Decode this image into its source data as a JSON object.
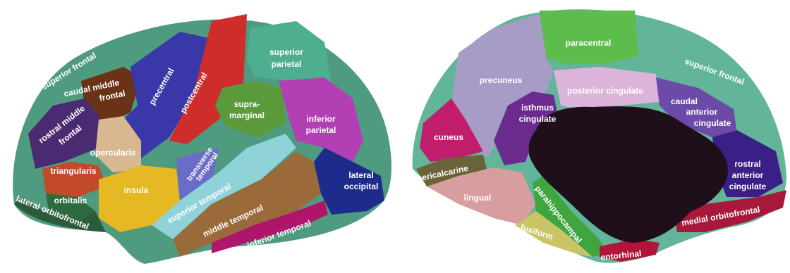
{
  "lateral_view": {
    "regions": {
      "superior_frontal": "superior frontal",
      "caudal_middle_frontal_1": "caudal middle",
      "caudal_middle_frontal_2": "frontal",
      "precentral": "precentral",
      "postcentral": "postcentral",
      "superior_parietal_1": "superior",
      "superior_parietal_2": "parietal",
      "rostral_middle_frontal_1": "rostral middle",
      "rostral_middle_frontal_2": "frontal",
      "supramarginal_1": "supra-",
      "supramarginal_2": "marginal",
      "inferior_parietal_1": "inferior",
      "inferior_parietal_2": "parietal",
      "opercularis": "opercularis",
      "triangularis": "triangularis",
      "orbitalis": "orbitalis",
      "insula": "insula",
      "transverse_temporal_1": "transverse",
      "transverse_temporal_2": "temporal",
      "superior_temporal": "superior temporal",
      "middle_temporal": "middle temporal",
      "inferior_temporal": "inferior temporal",
      "lateral_occipital_1": "lateral",
      "lateral_occipital_2": "occipital",
      "lateral_orbitofrontal": "lateral orbitofrontal"
    }
  },
  "medial_view": {
    "regions": {
      "paracentral": "paracentral",
      "precuneus": "precuneus",
      "superior_frontal": "superior frontal",
      "posterior_cingulate": "posterior cingulate",
      "isthmus_cingulate_1": "isthmus",
      "isthmus_cingulate_2": "cingulate",
      "caudal_anterior_cingulate_1": "caudal",
      "caudal_anterior_cingulate_2": "anterior",
      "caudal_anterior_cingulate_3": "cingulate",
      "cuneus": "cuneus",
      "pericalcarine": "pericalcarine",
      "lingual": "lingual",
      "rostral_anterior_cingulate_1": "rostral",
      "rostral_anterior_cingulate_2": "anterior",
      "rostral_anterior_cingulate_3": "cingulate",
      "parahippocampal": "parahippocampal",
      "fusiform": "fusiform",
      "medial_orbitofrontal": "medial orbitofrontal",
      "entorhinal": "entorhinal"
    }
  },
  "colors": {
    "superior_frontal": "#4f9b80",
    "caudal_middle_frontal": "#6a3216",
    "precentral": "#3a38a8",
    "postcentral": "#cf2c2c",
    "superior_parietal": "#4fae8f",
    "rostral_middle_frontal": "#4a2b71",
    "supramarginal": "#5b9a3a",
    "inferior_parietal": "#b23fb3",
    "opercularis": "#d8b890",
    "triangularis": "#c24a2a",
    "orbitalis": "#2d6a3d",
    "insula": "#e6b823",
    "transverse_temporal": "#6b6bc8",
    "superior_temporal": "#8fd3d8",
    "middle_temporal": "#9a6a3a",
    "inferior_temporal": "#b0156c",
    "lateral_occipital": "#1d2b8a",
    "lateral_orbitofrontal": "#2c5a3b",
    "paracentral": "#5cbd4d",
    "precuneus": "#a79cc6",
    "medial_superior_frontal": "#62b599",
    "posterior_cingulate": "#dcb4d9",
    "isthmus_cingulate": "#6a2a8e",
    "caudal_anterior_cingulate": "#6b4aa8",
    "cuneus": "#c01e6c",
    "pericalcarine": "#6a6238",
    "lingual": "#d69e9e",
    "rostral_anterior_cingulate": "#3a1f86",
    "parahippocampal": "#3fa53f",
    "fusiform": "#c9c464",
    "medial_orbitofrontal": "#a8183a",
    "entorhinal": "#b3143c",
    "medial_wall": "#1e0f1a"
  }
}
